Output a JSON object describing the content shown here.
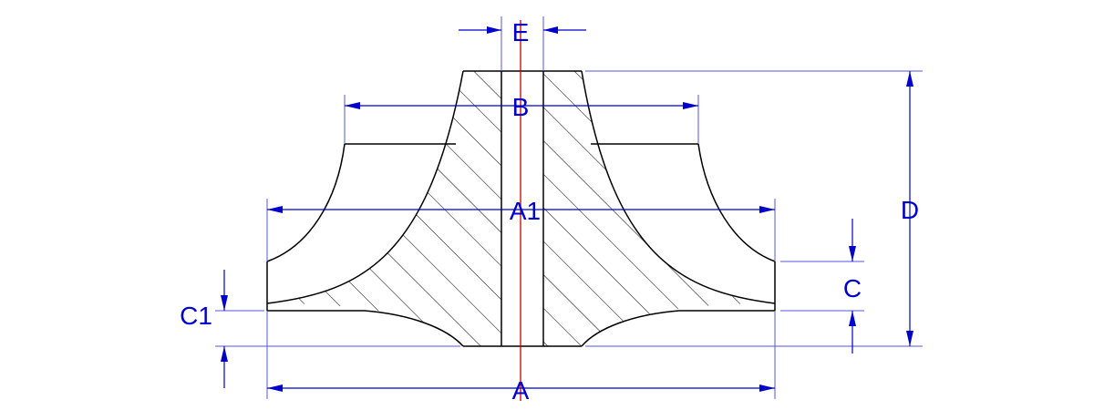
{
  "colors": {
    "dimension": "#0000cc",
    "extension": "#5555dd",
    "centerline": "#cc0000",
    "outline": "#000000",
    "background": "#ffffff"
  },
  "labels": {
    "e": "E",
    "b": "B",
    "a1": "A1",
    "d": "D",
    "c": "C",
    "c1": "C1",
    "a": "A"
  }
}
